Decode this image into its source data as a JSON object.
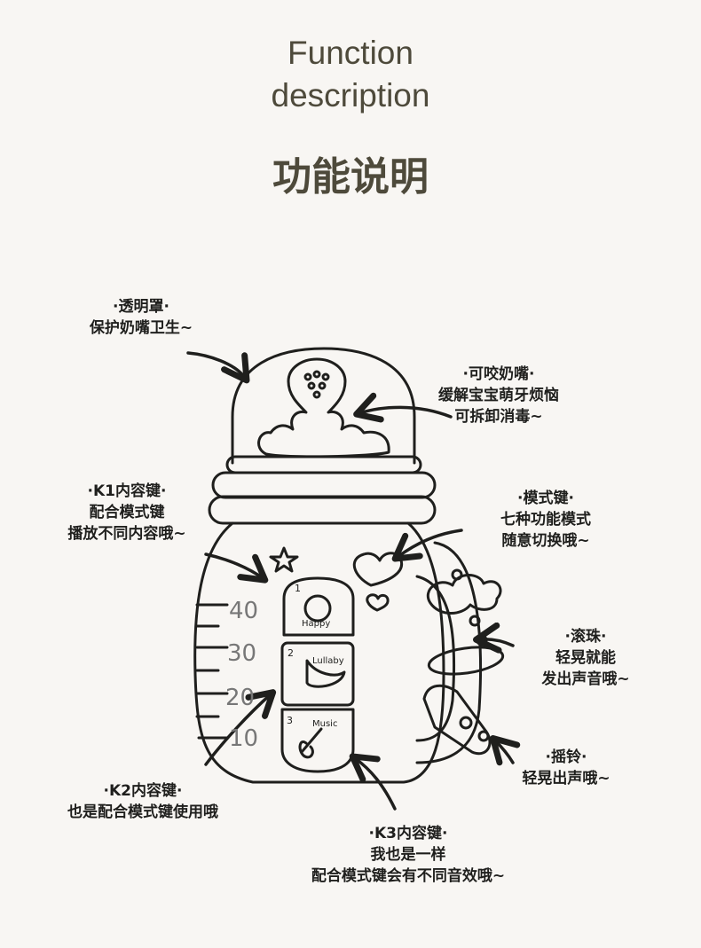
{
  "header": {
    "title_en_line1": "Function",
    "title_en_line2": "description",
    "title_cn": "功能说明"
  },
  "annotations": {
    "cover": {
      "lines": [
        "·透明罩·",
        "保护奶嘴卫生~"
      ]
    },
    "nipple": {
      "lines": [
        "·可咬奶嘴·",
        "缓解宝宝萌牙烦恼",
        "可拆卸消毒~"
      ]
    },
    "k1": {
      "lines": [
        "·K1内容键·",
        "配合模式键",
        "播放不同内容哦~"
      ]
    },
    "mode": {
      "lines": [
        "·模式键·",
        "七种功能模式",
        "随意切换哦~"
      ]
    },
    "bead": {
      "lines": [
        "·滚珠·",
        "轻晃就能",
        "发出声音哦~"
      ]
    },
    "bell": {
      "lines": [
        "·摇铃·",
        "轻晃出声哦~"
      ]
    },
    "k2": {
      "lines": [
        "·K2内容键·",
        "也是配合模式键使用哦"
      ]
    },
    "k3": {
      "lines": [
        "·K3内容键·",
        "我也是一样",
        "配合模式键会有不同音效哦~"
      ]
    }
  },
  "bottle": {
    "scale_marks": [
      "40",
      "30",
      "20",
      "10"
    ],
    "buttons": [
      {
        "number": "1",
        "label": "Happy"
      },
      {
        "number": "2",
        "label": "Lullaby"
      },
      {
        "number": "3",
        "label": "Music"
      }
    ]
  },
  "colors": {
    "background": "#f8f6f3",
    "line": "#1f1f1d",
    "title": "#4e4a3b"
  }
}
